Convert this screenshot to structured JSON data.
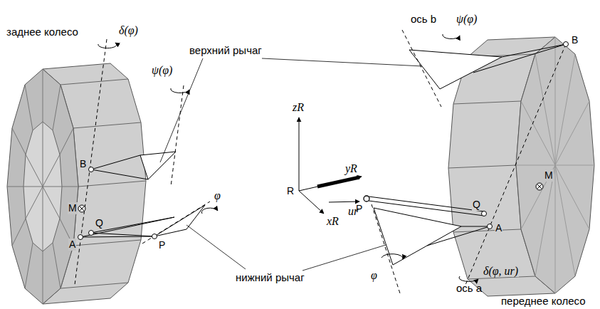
{
  "diagram": {
    "labels": [
      "заднее колесо",
      "верхний рычаг",
      "δ(φ)",
      "ψ(φ)",
      "B",
      "M",
      "Q",
      "A",
      "P",
      "φ",
      "нижний рычаг",
      "zR",
      "yR",
      "xR",
      "R",
      "ur",
      "P",
      "Q",
      "M",
      "A",
      "B",
      "ось b",
      "ψ(φ)",
      "ось a",
      "φ",
      "δ(φ, ur)",
      "переднее колесо"
    ]
  }
}
